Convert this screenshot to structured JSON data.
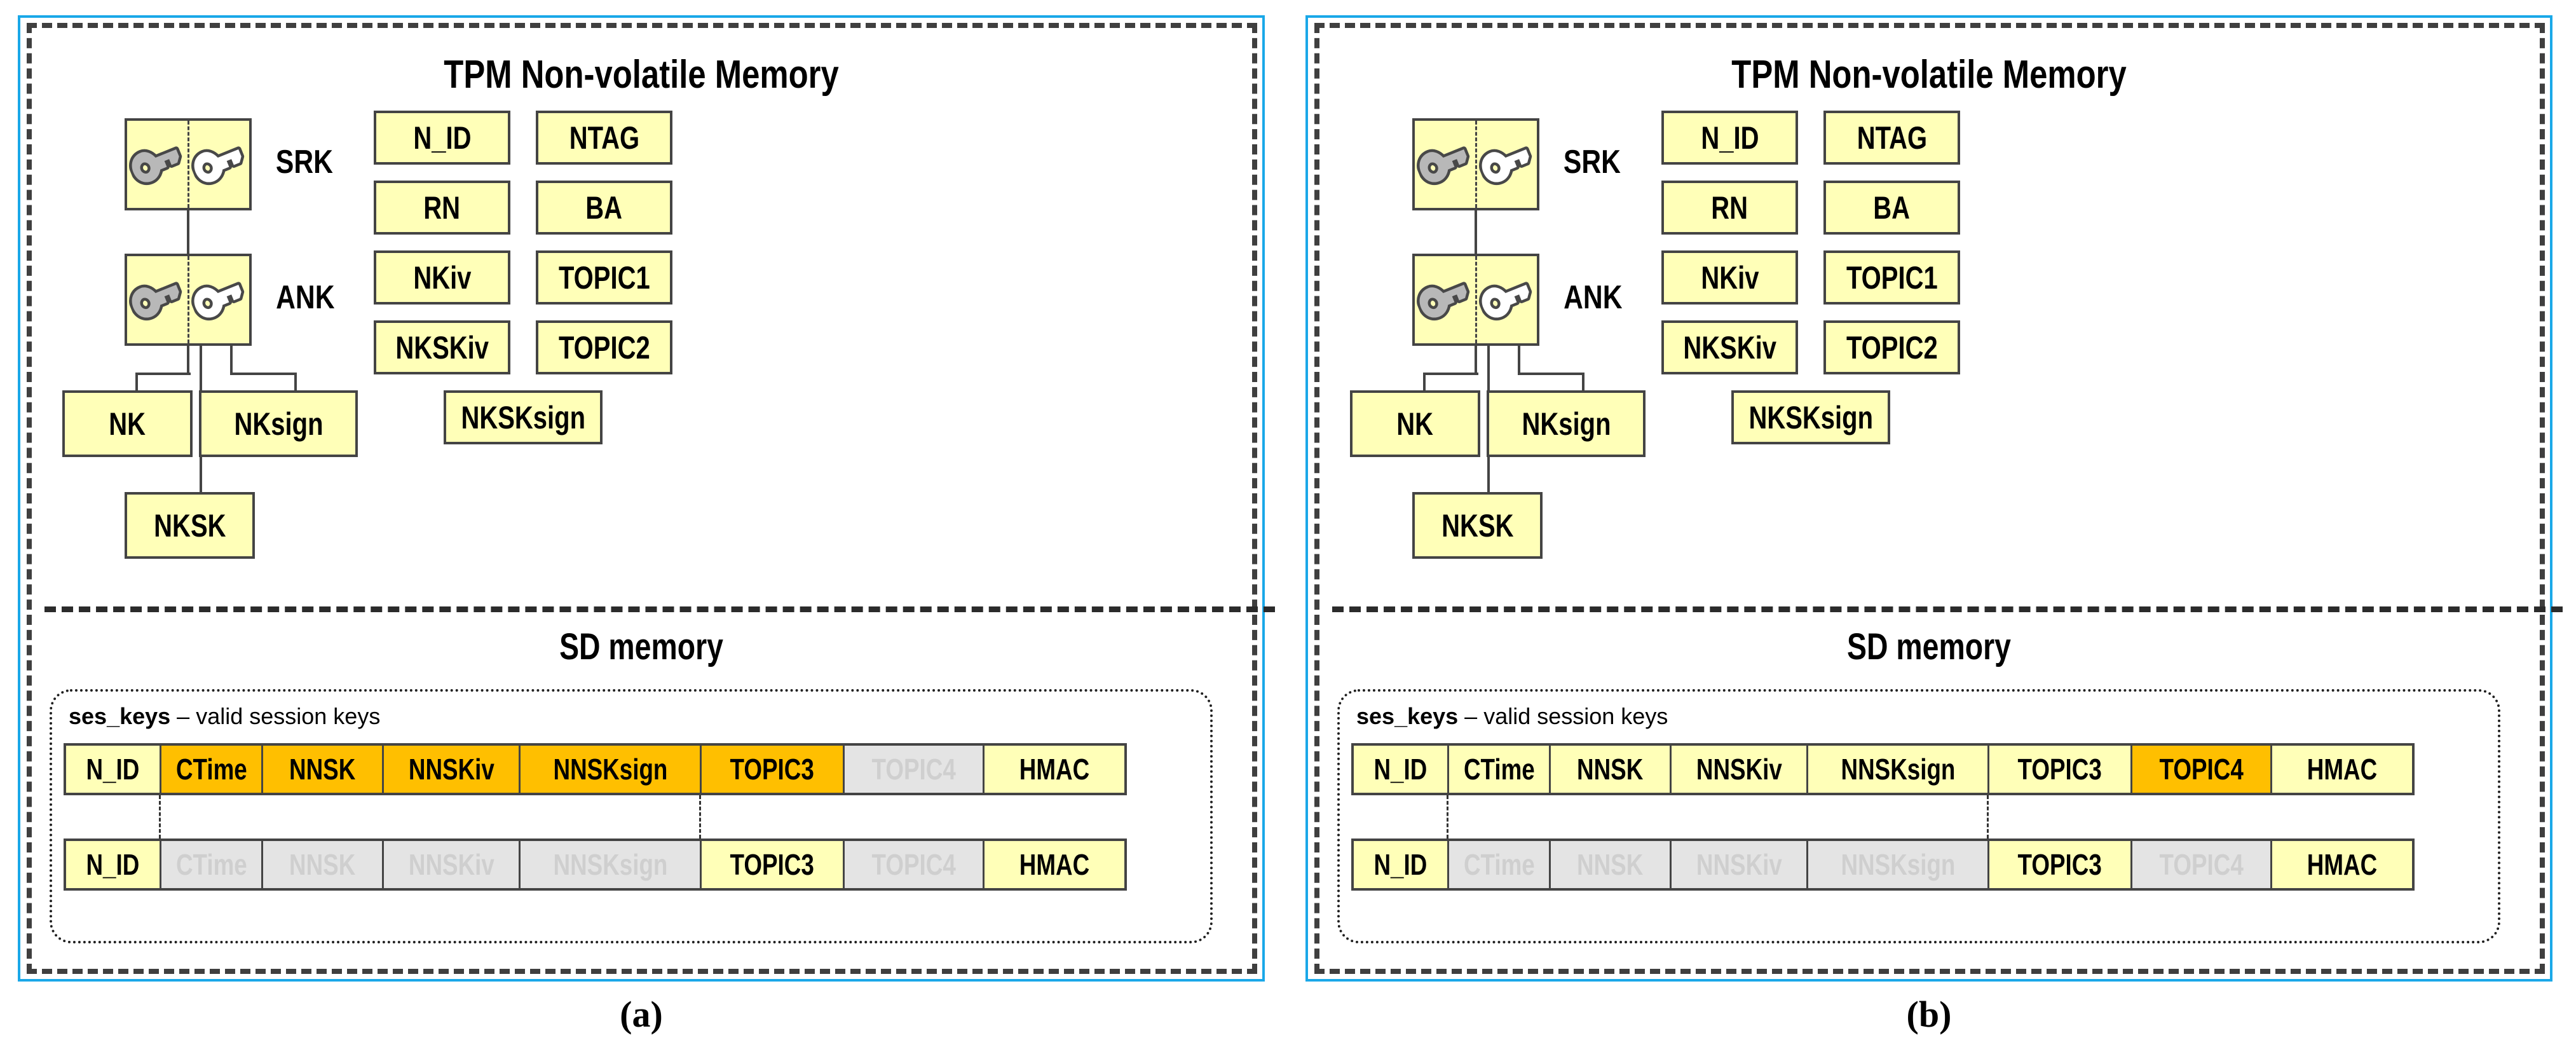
{
  "figure": {
    "panels": [
      {
        "caption": "(a)",
        "tpm": {
          "title": "TPM Non-volatile Memory",
          "key_nodes": [
            {
              "label": "SRK",
              "icon_left": "key-private-icon",
              "icon_right": "key-public-icon"
            },
            {
              "label": "ANK",
              "icon_left": "key-private-icon",
              "icon_right": "key-public-icon"
            }
          ],
          "child_nodes": [
            "NK",
            "NKsign",
            "NKSK"
          ],
          "data_boxes_left": [
            "N_ID",
            "RN",
            "NKiv",
            "NKSKiv"
          ],
          "data_boxes_right": [
            "NTAG",
            "BA",
            "TOPIC1",
            "TOPIC2"
          ],
          "data_box_wide": "NKSKsign"
        },
        "sd": {
          "title": "SD memory",
          "ses_keys_label_bold": "ses_keys",
          "ses_keys_label_rest": " – valid session keys",
          "rows": [
            {
              "cells": [
                {
                  "text": "N_ID",
                  "state": "yellow"
                },
                {
                  "text": "CTime",
                  "state": "orange"
                },
                {
                  "text": "NNSK",
                  "state": "orange"
                },
                {
                  "text": "NNSKiv",
                  "state": "orange"
                },
                {
                  "text": "NNSKsign",
                  "state": "orange"
                },
                {
                  "text": "TOPIC3",
                  "state": "orange"
                },
                {
                  "text": "TOPIC4",
                  "state": "gray"
                },
                {
                  "text": "HMAC",
                  "state": "yellow"
                }
              ]
            },
            {
              "cells": [
                {
                  "text": "N_ID",
                  "state": "yellow"
                },
                {
                  "text": "CTime",
                  "state": "gray"
                },
                {
                  "text": "NNSK",
                  "state": "gray"
                },
                {
                  "text": "NNSKiv",
                  "state": "gray"
                },
                {
                  "text": "NNSKsign",
                  "state": "gray"
                },
                {
                  "text": "TOPIC3",
                  "state": "yellow"
                },
                {
                  "text": "TOPIC4",
                  "state": "gray"
                },
                {
                  "text": "HMAC",
                  "state": "yellow"
                }
              ]
            }
          ]
        }
      },
      {
        "caption": "(b)",
        "tpm": {
          "title": "TPM Non-volatile Memory",
          "key_nodes": [
            {
              "label": "SRK",
              "icon_left": "key-private-icon",
              "icon_right": "key-public-icon"
            },
            {
              "label": "ANK",
              "icon_left": "key-private-icon",
              "icon_right": "key-public-icon"
            }
          ],
          "child_nodes": [
            "NK",
            "NKsign",
            "NKSK"
          ],
          "data_boxes_left": [
            "N_ID",
            "RN",
            "NKiv",
            "NKSKiv"
          ],
          "data_boxes_right": [
            "NTAG",
            "BA",
            "TOPIC1",
            "TOPIC2"
          ],
          "data_box_wide": "NKSKsign"
        },
        "sd": {
          "title": "SD memory",
          "ses_keys_label_bold": "ses_keys",
          "ses_keys_label_rest": " – valid session keys",
          "rows": [
            {
              "cells": [
                {
                  "text": "N_ID",
                  "state": "yellow"
                },
                {
                  "text": "CTime",
                  "state": "yellow"
                },
                {
                  "text": "NNSK",
                  "state": "yellow"
                },
                {
                  "text": "NNSKiv",
                  "state": "yellow"
                },
                {
                  "text": "NNSKsign",
                  "state": "yellow"
                },
                {
                  "text": "TOPIC3",
                  "state": "yellow"
                },
                {
                  "text": "TOPIC4",
                  "state": "orange"
                },
                {
                  "text": "HMAC",
                  "state": "yellow"
                }
              ]
            },
            {
              "cells": [
                {
                  "text": "N_ID",
                  "state": "yellow"
                },
                {
                  "text": "CTime",
                  "state": "gray"
                },
                {
                  "text": "NNSK",
                  "state": "gray"
                },
                {
                  "text": "NNSKiv",
                  "state": "gray"
                },
                {
                  "text": "NNSKsign",
                  "state": "gray"
                },
                {
                  "text": "TOPIC3",
                  "state": "yellow"
                },
                {
                  "text": "TOPIC4",
                  "state": "gray"
                },
                {
                  "text": "HMAC",
                  "state": "yellow"
                }
              ]
            }
          ]
        }
      }
    ]
  },
  "colors": {
    "pale_yellow": "#FFFFB8",
    "orange": "#FFBF00",
    "gray_inactive": "#E4E4E4",
    "gray_text": "#CFCFCF",
    "outline": "#444444",
    "cyan_frame": "#1AA8E8"
  }
}
